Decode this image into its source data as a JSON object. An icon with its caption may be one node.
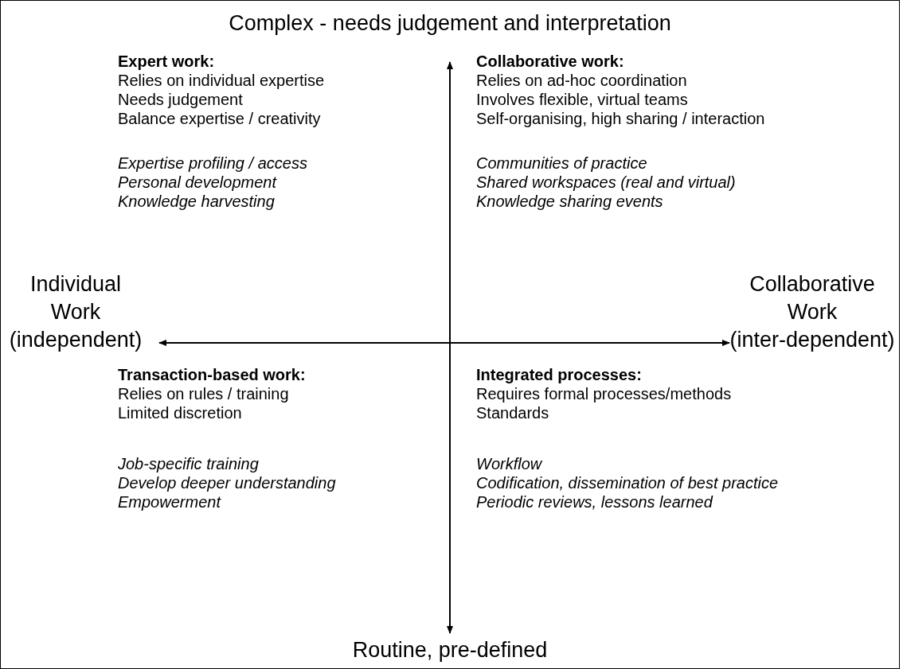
{
  "diagram": {
    "labels": [
      "Complex - needs judgement and interpretation",
      "Expert work:",
      "Relies on individual expertise",
      "Needs judgement",
      "Balance expertise / creativity",
      "Expertise profiling / access",
      "Personal development",
      "Knowledge harvesting",
      "Collaborative work:",
      "Relies on ad-hoc coordination",
      "Involves flexible, virtual teams",
      "Self-organising, high sharing / interaction",
      "Communities of practice",
      "Shared workspaces (real and virtual)",
      "Knowledge sharing events",
      "Individual Work (independent)",
      "Collaborative Work (inter-dependent)",
      "Transaction-based work:",
      "Relies on rules / training",
      "Limited discretion",
      "Job-specific training",
      "Develop deeper understanding",
      "Empowerment",
      "Integrated processes:",
      "Requires formal processes/methods",
      "Standards",
      "Workflow",
      "Codification, dissemination of best practice",
      "Periodic reviews, lessons learned",
      "Routine, pre-defined"
    ]
  }
}
